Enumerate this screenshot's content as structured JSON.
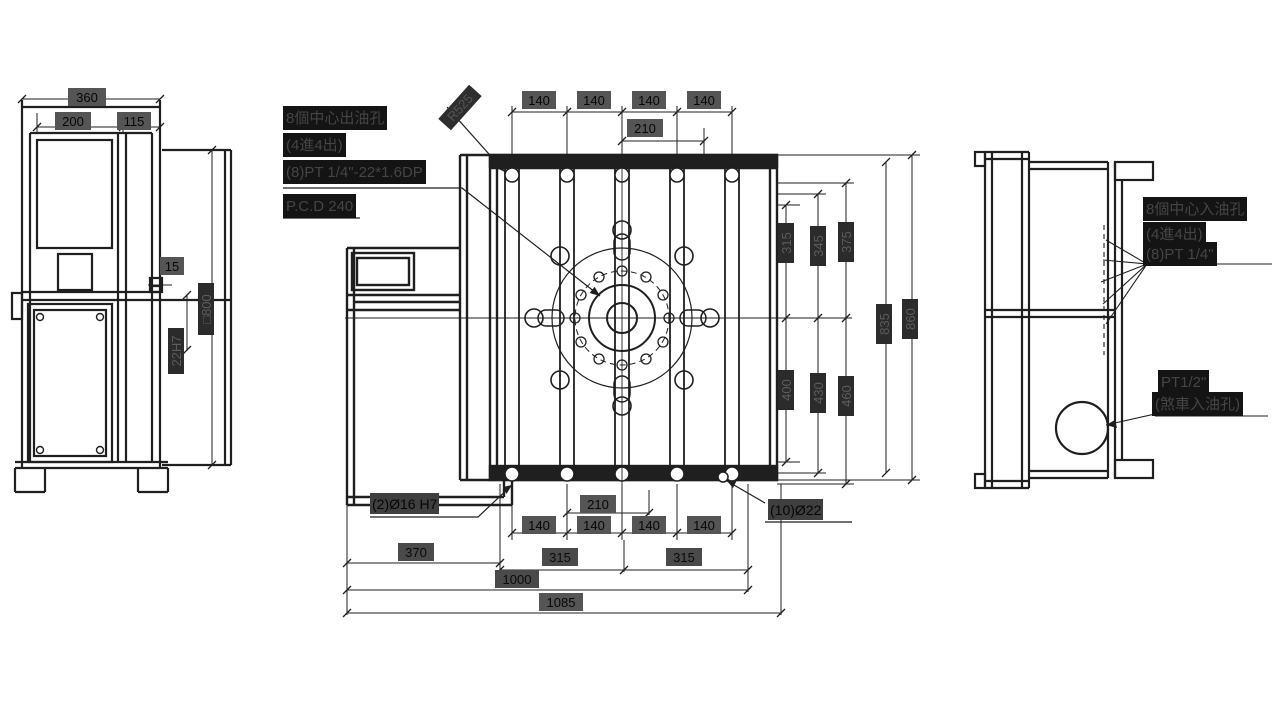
{
  "colors": {
    "background": "#ffffff",
    "line": "#1f1f1f",
    "chip_dark": "#141414",
    "chip_gray": "#555555"
  },
  "left_view": {
    "dim_360": "360",
    "dim_200": "200",
    "dim_115": "115",
    "dim_15": "15",
    "dim_800": "□800",
    "dim_22h7": "22H7"
  },
  "center_view": {
    "note_oil_out_line1": "8個中心出油孔",
    "note_oil_out_line2": "(4進4出)",
    "note_oil_out_line3": "(8)PT 1/4\"-22*1.6DP",
    "note_pcd": "P.C.D 240",
    "dim_r525": "R525",
    "top_140": [
      "140",
      "140",
      "140",
      "140"
    ],
    "top_210": "210",
    "right_upper": [
      "315",
      "345",
      "375"
    ],
    "right_lower": [
      "400",
      "430",
      "460"
    ],
    "right_total": [
      "835",
      "860"
    ],
    "bottom_140": [
      "140",
      "140",
      "140",
      "140"
    ],
    "bottom_210": "210",
    "bottom_315": [
      "315",
      "315"
    ],
    "dim_370": "370",
    "dim_1000": "1000",
    "dim_1085": "1085",
    "note_dowel": "(2)Ø16 H7",
    "note_holes": "(10)Ø22"
  },
  "right_view": {
    "note_oil_in_line1": "8個中心入油孔",
    "note_oil_in_line2": "(4進4出)",
    "note_oil_in_line3": "(8)PT 1/4\"",
    "note_brake_line1": "PT1/2\"",
    "note_brake_line2": "(煞車入油孔)"
  }
}
